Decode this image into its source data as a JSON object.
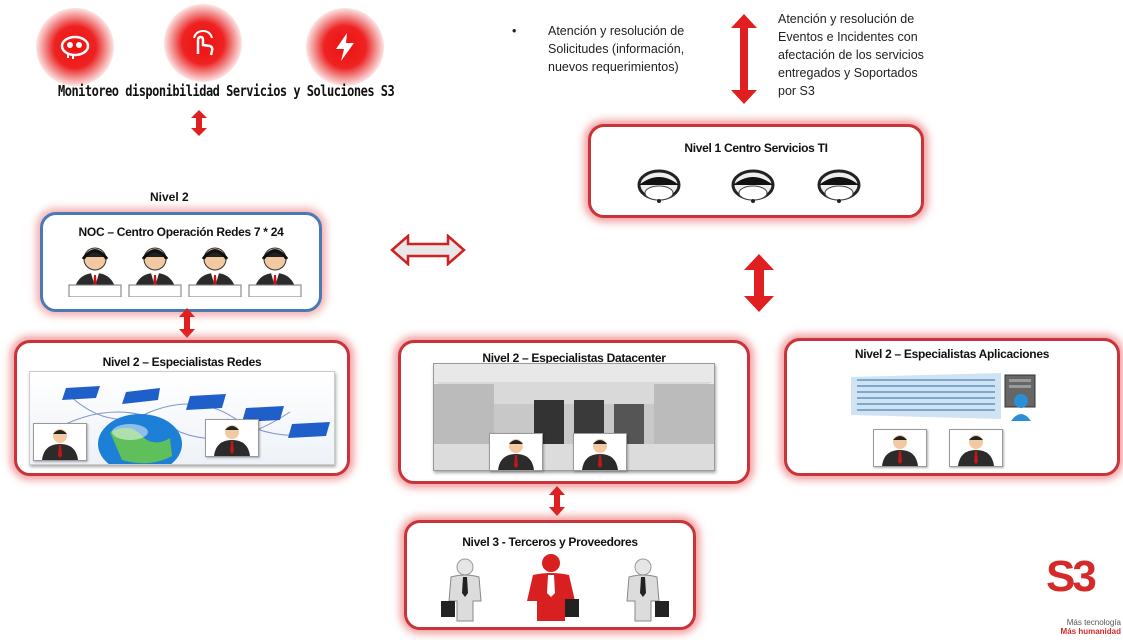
{
  "top": {
    "icons": [
      "brain-icon",
      "touch-icon",
      "lightning-icon"
    ],
    "monitor_label": "Monitoreo disponibilidad Servicios y Soluciones S3"
  },
  "requests_text": [
    "Atención y resolución de",
    "Solicitudes (información,",
    "nuevos requerimientos)"
  ],
  "bullet": "•",
  "events_text": [
    "Atención y resolución de",
    "Eventos e Incidentes con",
    "afectación de los servicios",
    "entregados y Soportados",
    "por S3"
  ],
  "nivel1": {
    "title": "Nivel 1 Centro Servicios TI"
  },
  "nivel2_label": "Nivel 2",
  "noc": {
    "title": "NOC –  Centro Operación Redes 7 * 24"
  },
  "redes": {
    "title": "Nivel 2 – Especialistas Redes"
  },
  "datacenter": {
    "title": "Nivel 2 – Especialistas Datacenter"
  },
  "aplicaciones": {
    "title": "Nivel 2 – Especialistas Aplicaciones"
  },
  "nivel3": {
    "title": "Nivel 3 - Terceros y Proveedores"
  },
  "logo": {
    "mark": "S3",
    "line1": "Más tecnología",
    "line2": "Más humanidad"
  },
  "colors": {
    "accent": "#c9343a",
    "arrow": "#e02020",
    "blue_border": "#4a79b8"
  }
}
